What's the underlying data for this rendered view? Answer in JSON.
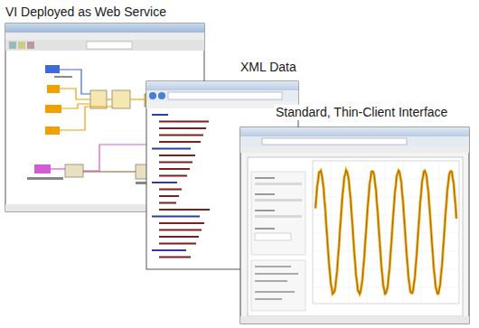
{
  "diagram": {
    "labels": [
      "VI Deployed as Web Service",
      "XML Data",
      "Standard, Thin-Client Interface"
    ]
  }
}
